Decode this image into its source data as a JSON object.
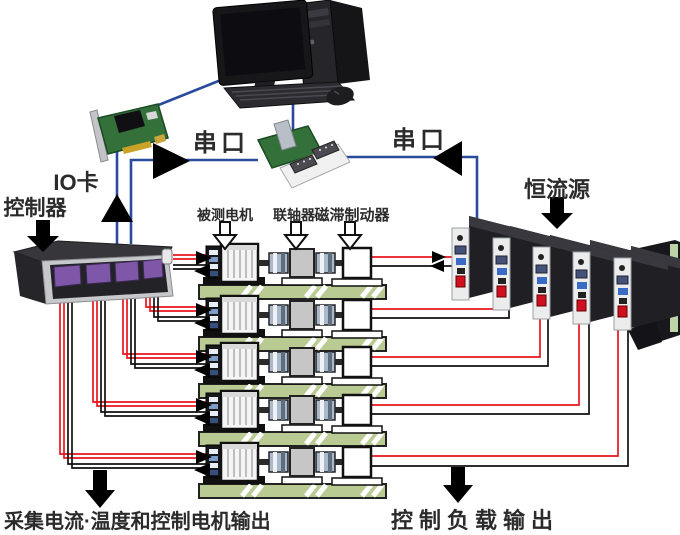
{
  "diagram": {
    "title_hint": "motor-test-system-wiring-diagram",
    "labels": {
      "io_card": "IO卡",
      "controller": "控制器",
      "serial_port_1": "串口",
      "serial_port_2": "串口",
      "motor_under_test": "被测电机",
      "coupling": "联轴器",
      "hysteresis_brake": "磁滞制动器",
      "constant_current_source": "恒流源",
      "caption_collect": "采集电流·温度和控制电机输出",
      "caption_load": "控制负载输出"
    },
    "counts": {
      "test_stations": 5,
      "current_sources": 5
    },
    "colors": {
      "line_blue": "#2a4b9b",
      "wire_red": "#e8151c",
      "wire_black": "#111111",
      "bench_green": "#b9cb92",
      "display_purple": "#7e57a8",
      "text": "#2b2b2b"
    }
  }
}
